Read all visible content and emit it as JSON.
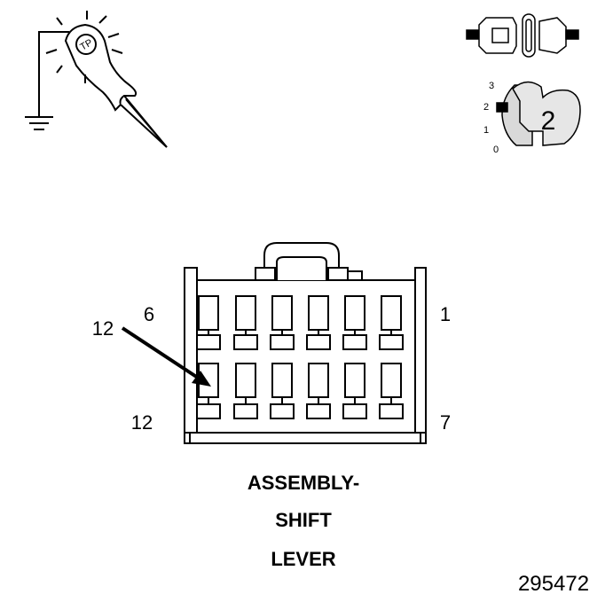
{
  "test_icon": {
    "name": "test-light-icon",
    "label": "TP"
  },
  "ignition_key": {
    "positions": [
      "3",
      "2",
      "1",
      "0"
    ],
    "selected_position": "2"
  },
  "connector": {
    "pin_labels": {
      "top_left": "6",
      "top_right": "1",
      "bottom_left": "12",
      "bottom_right": "7"
    },
    "callout": "12"
  },
  "caption": {
    "line1": "ASSEMBLY-",
    "line2": "SHIFT",
    "line3": "LEVER"
  },
  "figure_number": "295472",
  "colors": {
    "stroke": "#000000",
    "gray": "#d9d9d9",
    "background": "#ffffff"
  }
}
